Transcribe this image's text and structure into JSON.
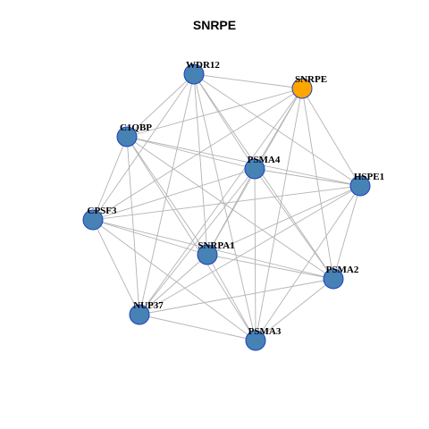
{
  "title": "SNRPE",
  "colors": {
    "node": "#4682b4",
    "node_highlight": "#ffa500",
    "edge": "#b3b3b3",
    "node_border": "#1f3fbf"
  },
  "nodes": [
    {
      "id": "WDR12",
      "label": "WDR12",
      "highlight": false
    },
    {
      "id": "SNRPE",
      "label": "SNRPE",
      "highlight": true
    },
    {
      "id": "C1QBP",
      "label": "C1QBP",
      "highlight": false
    },
    {
      "id": "PSMA4",
      "label": "PSMA4",
      "highlight": false
    },
    {
      "id": "HSPE1",
      "label": "HSPE1",
      "highlight": false
    },
    {
      "id": "CPSF3",
      "label": "CPSF3",
      "highlight": false
    },
    {
      "id": "SNRPA1",
      "label": "SNRPA1",
      "highlight": false
    },
    {
      "id": "PSMA2",
      "label": "PSMA2",
      "highlight": false
    },
    {
      "id": "NUP37",
      "label": "NUP37",
      "highlight": false
    },
    {
      "id": "PSMA3",
      "label": "PSMA3",
      "highlight": false
    }
  ],
  "edges": [
    [
      "WDR12",
      "SNRPE"
    ],
    [
      "WDR12",
      "C1QBP"
    ],
    [
      "WDR12",
      "PSMA4"
    ],
    [
      "WDR12",
      "HSPE1"
    ],
    [
      "WDR12",
      "CPSF3"
    ],
    [
      "WDR12",
      "SNRPA1"
    ],
    [
      "WDR12",
      "PSMA2"
    ],
    [
      "WDR12",
      "NUP37"
    ],
    [
      "WDR12",
      "PSMA3"
    ],
    [
      "SNRPE",
      "C1QBP"
    ],
    [
      "SNRPE",
      "PSMA4"
    ],
    [
      "SNRPE",
      "HSPE1"
    ],
    [
      "SNRPE",
      "CPSF3"
    ],
    [
      "SNRPE",
      "SNRPA1"
    ],
    [
      "SNRPE",
      "PSMA2"
    ],
    [
      "SNRPE",
      "NUP37"
    ],
    [
      "SNRPE",
      "PSMA3"
    ],
    [
      "C1QBP",
      "PSMA4"
    ],
    [
      "C1QBP",
      "HSPE1"
    ],
    [
      "C1QBP",
      "CPSF3"
    ],
    [
      "C1QBP",
      "SNRPA1"
    ],
    [
      "C1QBP",
      "PSMA2"
    ],
    [
      "C1QBP",
      "NUP37"
    ],
    [
      "C1QBP",
      "PSMA3"
    ],
    [
      "PSMA4",
      "HSPE1"
    ],
    [
      "PSMA4",
      "CPSF3"
    ],
    [
      "PSMA4",
      "SNRPA1"
    ],
    [
      "PSMA4",
      "PSMA2"
    ],
    [
      "PSMA4",
      "NUP37"
    ],
    [
      "PSMA4",
      "PSMA3"
    ],
    [
      "HSPE1",
      "CPSF3"
    ],
    [
      "HSPE1",
      "SNRPA1"
    ],
    [
      "HSPE1",
      "PSMA2"
    ],
    [
      "HSPE1",
      "NUP37"
    ],
    [
      "HSPE1",
      "PSMA3"
    ],
    [
      "CPSF3",
      "SNRPA1"
    ],
    [
      "CPSF3",
      "PSMA2"
    ],
    [
      "CPSF3",
      "NUP37"
    ],
    [
      "CPSF3",
      "PSMA3"
    ],
    [
      "SNRPA1",
      "PSMA2"
    ],
    [
      "SNRPA1",
      "NUP37"
    ],
    [
      "SNRPA1",
      "PSMA3"
    ],
    [
      "PSMA2",
      "NUP37"
    ],
    [
      "PSMA2",
      "PSMA3"
    ],
    [
      "NUP37",
      "PSMA3"
    ]
  ]
}
